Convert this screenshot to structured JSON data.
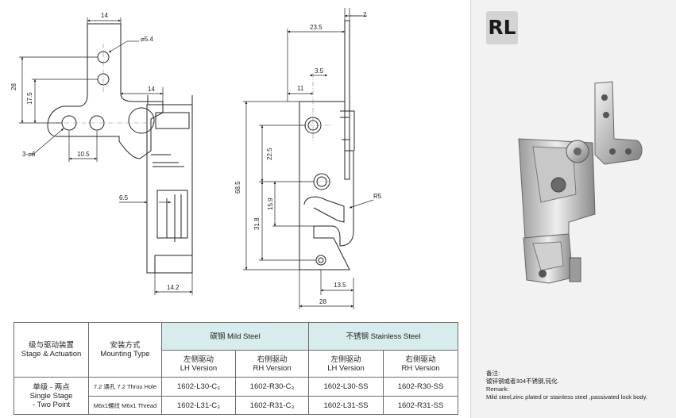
{
  "drawing": {
    "dims": {
      "d14_top": "14",
      "d5_4": "⌀5.4",
      "d28": "28",
      "d17_5": "17.5",
      "d14_mid": "14",
      "d3_6": "3-⌀6",
      "d10_5": "10.5",
      "d6_5": "6.5",
      "d14_2": "14.2",
      "d2": "2",
      "d23_5": "23.5",
      "d11": "11",
      "d3_5": "3.5",
      "d68_5": "68.5",
      "d22_5": "22.5",
      "d15_9": "15.9",
      "d31_8": "31.8",
      "r5": "R5",
      "d13_5": "13.5",
      "d28_bottom": "28"
    }
  },
  "badge": "RL",
  "product_photo": {
    "icon": "latch-product-photo"
  },
  "table": {
    "stage_header_cn": "级与驱动装置",
    "stage_header_en": "Stage & Actuation",
    "mounting_header_cn": "安装方式",
    "mounting_header_en": "Mounting Type",
    "carbon_steel": "碳钢 Mild Steel",
    "stainless_steel": "不锈钢 Stainless Steel",
    "lh_cn": "左侧驱动",
    "lh_en": "LH Version",
    "rh_cn": "右侧驱动",
    "rh_en": "RH Version",
    "stage_value_cn": "单级 - 两点",
    "stage_value_en1": "Single Stage",
    "stage_value_en2": "- Two Point",
    "mount_1": "7.2 通孔 7.2 Throu Hole",
    "mount_2": "M6x1螺纹 M6x1 Thread",
    "row1": [
      "1602-L30-C₃",
      "1602-R30-C₃",
      "1602-L30-SS",
      "1602-R30-SS"
    ],
    "row2": [
      "1602-L31-C₃",
      "1602-R31-C₃",
      "1602-L31-SS",
      "1602-R31-SS"
    ]
  },
  "remark": {
    "label_cn": "备注:",
    "text_cn": "镀锌钢或者304不锈钢,钝化.",
    "label_en": "Remark:",
    "text_en": "Mild steel,zinc plated or stainless steel ,passivated lock body."
  }
}
